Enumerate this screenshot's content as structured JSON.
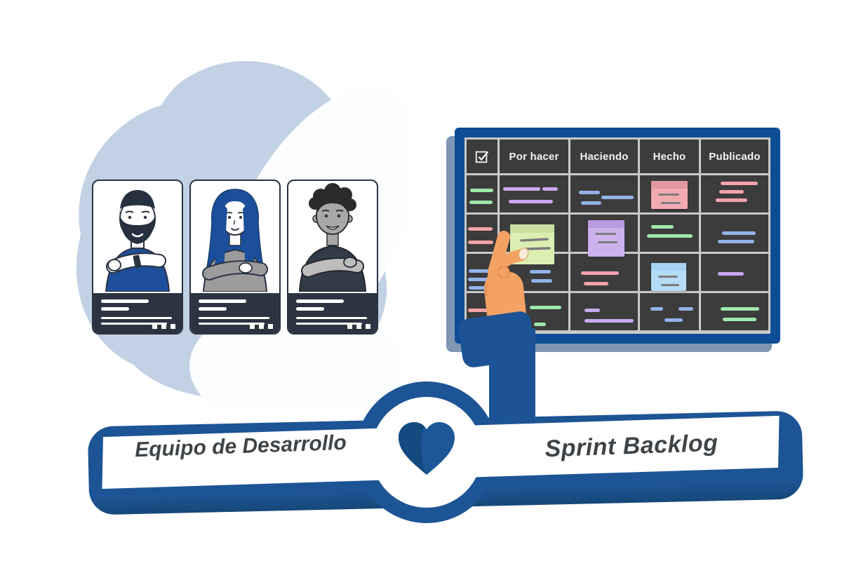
{
  "colors": {
    "frame_blue": "#0E4D96",
    "banner_blue": "#1D5495",
    "heart_blue": "#1D5797",
    "heart_dark": "#134A80",
    "blob_blue": "#C2D2E4",
    "blob_white": "#FBFDFF",
    "board_bg": "#3C3C3C",
    "grid_line": "#C9C9C9",
    "hand_orange": "#F3A264",
    "sleeve_blue": "#1D5396",
    "card_footer": "#2B3440",
    "text_dark": "#3F4448"
  },
  "banner": {
    "left_label": "Equipo de Desarrollo",
    "right_label": "Sprint Backlog",
    "center_icon": "heart-icon"
  },
  "board": {
    "checkbox_icon": "checked-checkbox-icon",
    "columns": [
      "Por hacer",
      "Haciendo",
      "Hecho",
      "Publicado"
    ],
    "palette": {
      "green": "#9FE8AC",
      "purple": "#C9A9F0",
      "blue": "#92B2E8",
      "pink": "#F4A3AA"
    },
    "note_colors": {
      "green": {
        "body": "#DCEFB2",
        "top": "#C9E0A0"
      },
      "purple": {
        "body": "#CDB2EE",
        "top": "#B698DE"
      },
      "pink": {
        "body": "#F2A9AF",
        "top": "#E2959F"
      },
      "lightblue": {
        "body": "#B5DCF5",
        "top": "#A3CFEF"
      }
    },
    "rows": [
      {
        "cells": [
          {
            "lines": [
              {
                "c": "green",
                "x": 5,
                "y": 19,
                "w": 33
              },
              {
                "c": "green",
                "x": 4,
                "y": 36,
                "w": 33
              }
            ]
          },
          {
            "lines": [
              {
                "c": "purple",
                "x": 5,
                "y": 17,
                "w": 53
              },
              {
                "c": "purple",
                "x": 61,
                "y": 17,
                "w": 22
              },
              {
                "c": "purple",
                "x": 13,
                "y": 35,
                "w": 63
              }
            ]
          },
          {
            "lines": [
              {
                "c": "blue",
                "x": 12,
                "y": 22,
                "w": 30
              },
              {
                "c": "blue",
                "x": 44,
                "y": 29,
                "w": 46
              },
              {
                "c": "blue",
                "x": 15,
                "y": 37,
                "w": 29
              }
            ]
          },
          {
            "note": {
              "color": "pink",
              "x": 16,
              "y": 8,
              "w": 52,
              "h": 40
            }
          },
          {
            "lines": [
              {
                "c": "pink",
                "x": 28,
                "y": 9,
                "w": 53
              },
              {
                "c": "pink",
                "x": 26,
                "y": 21,
                "w": 35
              },
              {
                "c": "pink",
                "x": 21,
                "y": 33,
                "w": 45
              }
            ]
          }
        ]
      },
      {
        "cells": [
          {
            "lines": [
              {
                "c": "pink",
                "x": 2,
                "y": 18,
                "w": 35
              },
              {
                "c": "pink",
                "x": 2,
                "y": 37,
                "w": 36
              }
            ]
          },
          {
            "note": {
              "color": "green",
              "held": true
            }
          },
          {
            "note": {
              "color": "purple",
              "x": 25,
              "y": 8,
              "w": 52,
              "h": 52
            }
          },
          {
            "lines": [
              {
                "c": "green",
                "x": 16,
                "y": 15,
                "w": 32
              },
              {
                "c": "green",
                "x": 10,
                "y": 28,
                "w": 65
              }
            ]
          },
          {
            "lines": [
              {
                "c": "blue",
                "x": 30,
                "y": 24,
                "w": 48
              },
              {
                "c": "blue",
                "x": 24,
                "y": 36,
                "w": 52
              }
            ]
          }
        ]
      },
      {
        "cells": [
          {
            "lines": [
              {
                "c": "blue",
                "x": 3,
                "y": 22,
                "w": 39
              },
              {
                "c": "blue",
                "x": 2,
                "y": 34,
                "w": 41
              },
              {
                "c": "blue",
                "x": 3,
                "y": 46,
                "w": 30
              }
            ]
          },
          {
            "lines": [
              {
                "c": "blue",
                "x": 43,
                "y": 23,
                "w": 30
              },
              {
                "c": "blue",
                "x": 45,
                "y": 36,
                "w": 30
              }
            ]
          },
          {
            "lines": [
              {
                "c": "pink",
                "x": 15,
                "y": 25,
                "w": 54
              },
              {
                "c": "pink",
                "x": 19,
                "y": 40,
                "w": 35
              }
            ]
          },
          {
            "note": {
              "color": "lightblue",
              "x": 16,
              "y": 13,
              "w": 50,
              "h": 40
            }
          },
          {
            "lines": [
              {
                "c": "purple",
                "x": 24,
                "y": 26,
                "w": 37
              }
            ]
          }
        ]
      },
      {
        "cells": [
          {
            "lines": [
              {
                "c": "pink",
                "x": 2,
                "y": 22,
                "w": 31
              },
              {
                "c": "pink",
                "x": 2,
                "y": 37,
                "w": 31
              }
            ]
          },
          {
            "lines": [
              {
                "c": "green",
                "x": 43,
                "y": 18,
                "w": 45
              },
              {
                "c": "green",
                "x": 49,
                "y": 42,
                "w": 17
              }
            ]
          },
          {
            "lines": [
              {
                "c": "purple",
                "x": 20,
                "y": 22,
                "w": 22
              },
              {
                "c": "purple",
                "x": 20,
                "y": 37,
                "w": 70
              }
            ]
          },
          {
            "lines": [
              {
                "c": "blue",
                "x": 15,
                "y": 20,
                "w": 18
              },
              {
                "c": "blue",
                "x": 55,
                "y": 20,
                "w": 21
              },
              {
                "c": "blue",
                "x": 35,
                "y": 36,
                "w": 26
              }
            ]
          },
          {
            "lines": [
              {
                "c": "green",
                "x": 28,
                "y": 20,
                "w": 55
              },
              {
                "c": "green",
                "x": 31,
                "y": 35,
                "w": 48
              }
            ]
          }
        ]
      }
    ]
  },
  "held_note": {
    "column": "Por hacer",
    "row": 2,
    "color": "green"
  },
  "team_cards": [
    {
      "person": "bearded-man-avatar",
      "footer_lines": [
        {
          "w": 58,
          "h": 5
        },
        {
          "w": 34,
          "h": 5
        },
        {
          "w": 86,
          "h": 3
        },
        {
          "w": 80,
          "h": 3
        }
      ],
      "menu_dots": 3
    },
    {
      "person": "blue-haired-woman-avatar",
      "footer_lines": [
        {
          "w": 58,
          "h": 5
        },
        {
          "w": 34,
          "h": 5
        },
        {
          "w": 86,
          "h": 3
        },
        {
          "w": 80,
          "h": 3
        }
      ],
      "menu_dots": 3
    },
    {
      "person": "curly-haired-man-avatar",
      "footer_lines": [
        {
          "w": 58,
          "h": 5
        },
        {
          "w": 34,
          "h": 5
        },
        {
          "w": 86,
          "h": 3
        },
        {
          "w": 80,
          "h": 3
        }
      ],
      "menu_dots": 3
    }
  ]
}
